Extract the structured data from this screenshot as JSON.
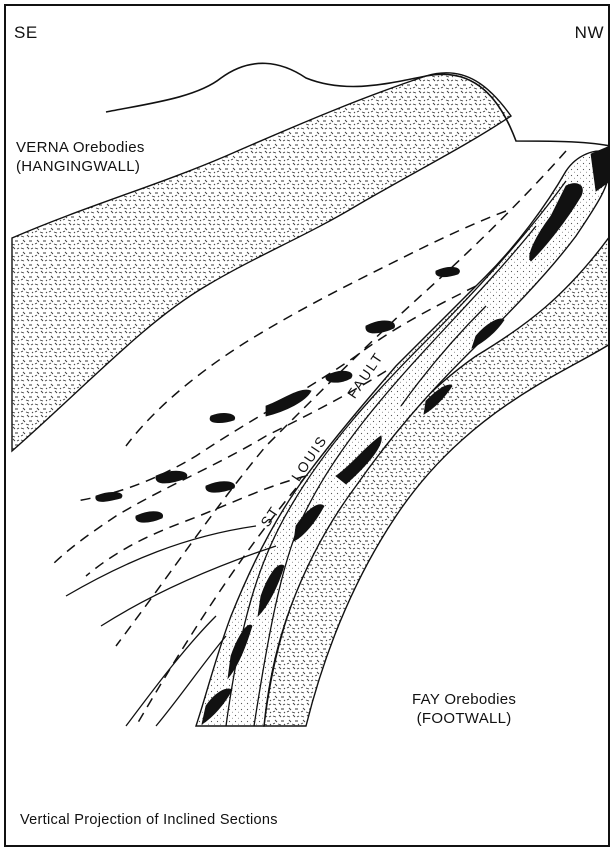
{
  "orientation": {
    "left": "SE",
    "right": "NW"
  },
  "hangingwall": {
    "line1": "VERNA Orebodies",
    "line2": "(HANGINGWALL)"
  },
  "footwall": {
    "line1": "FAY Orebodies",
    "line2": "(FOOTWALL)"
  },
  "fault_label": {
    "words": [
      "ST",
      "LOUIS",
      "FAULT"
    ]
  },
  "caption": "Vertical Projection of Inclined Sections",
  "colors": {
    "ink": "#111111",
    "background": "#ffffff",
    "stipple": "#3a3a3a"
  }
}
